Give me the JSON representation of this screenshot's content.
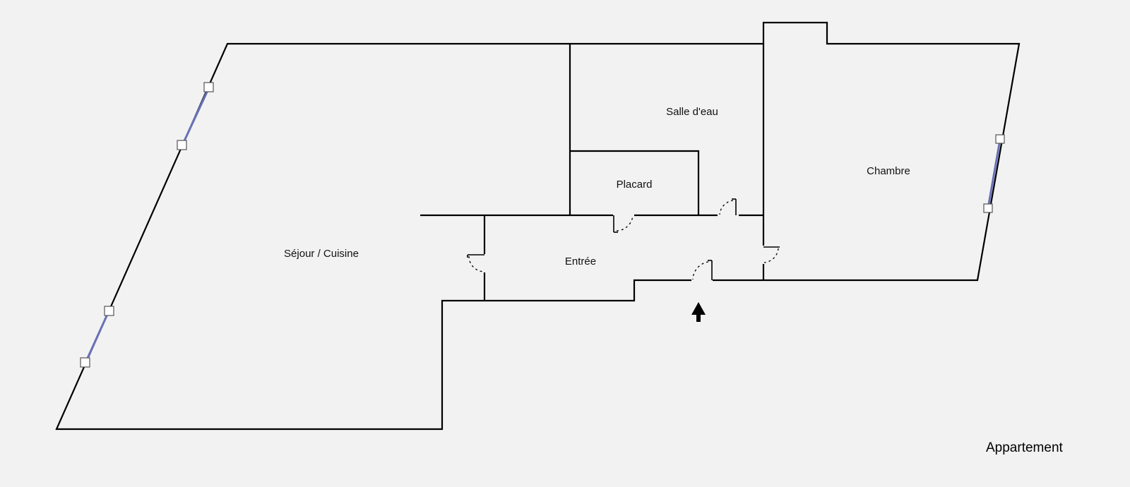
{
  "plan": {
    "title": "Appartement",
    "rooms": {
      "sejour_cuisine": "Séjour / Cuisine",
      "salle_deau": "Salle d'eau",
      "placard": "Placard",
      "entree": "Entrée",
      "chambre": "Chambre"
    },
    "entrance_marker": "arrow-up-icon"
  },
  "colors": {
    "background": "#f2f2f2",
    "walls": "#000000",
    "window_glass": "#6a70b8"
  }
}
